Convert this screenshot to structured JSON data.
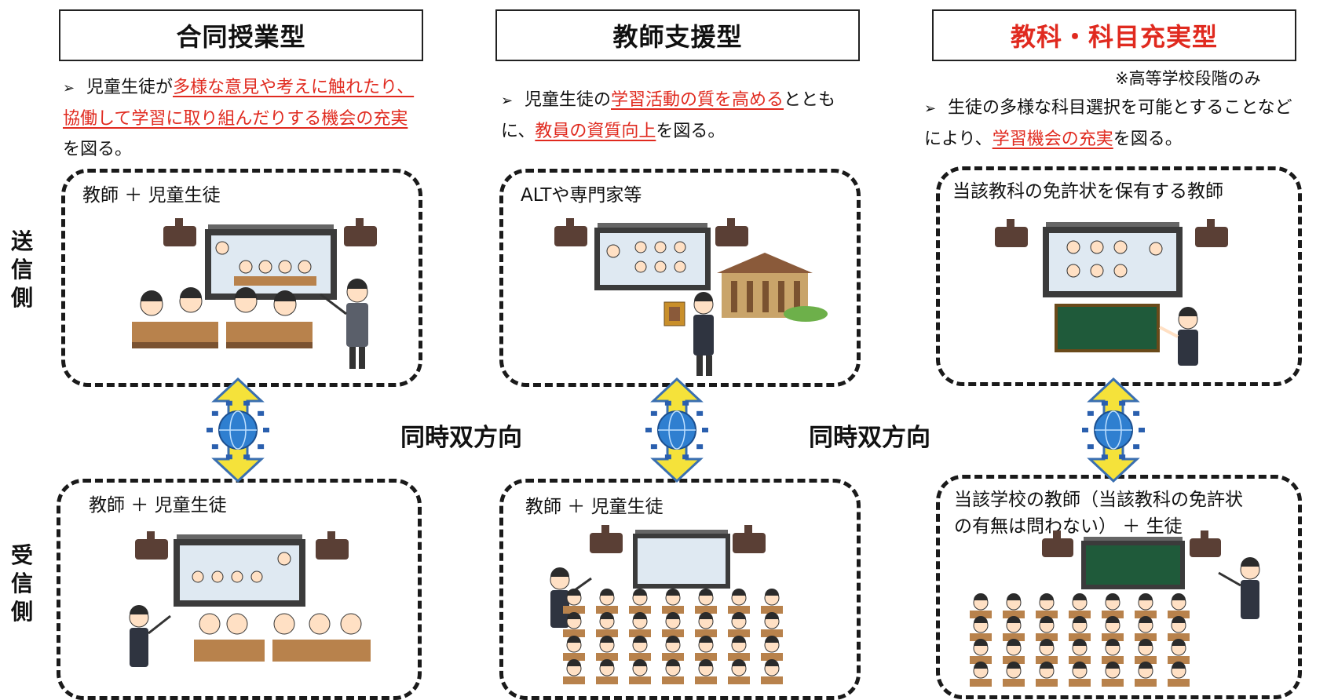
{
  "columns": [
    {
      "title": "合同授業型",
      "title_color": "#111111",
      "desc_parts": [
        {
          "text": "児童生徒が",
          "hl": false
        },
        {
          "text": "多様な意見や考えに触れたり、協働して学習に取り組んだりする機会の充実",
          "hl": true
        },
        {
          "text": "を図る。",
          "hl": false
        }
      ],
      "sender_label": "教師 ＋ 児童生徒",
      "receiver_label": "教師 ＋ 児童生徒"
    },
    {
      "title": "教師支援型",
      "title_color": "#111111",
      "desc_parts": [
        {
          "text": "児童生徒の",
          "hl": false
        },
        {
          "text": "学習活動の質を高める",
          "hl": true
        },
        {
          "text": "とともに、",
          "hl": false
        },
        {
          "text": "教員の資質向上",
          "hl": true
        },
        {
          "text": "を図る。",
          "hl": false
        }
      ],
      "sender_label": "ALTや専門家等",
      "receiver_label": "教師 ＋ 児童生徒"
    },
    {
      "title": "教科・科目充実型",
      "title_color": "#e02a1f",
      "note": "※高等学校段階のみ",
      "desc_parts": [
        {
          "text": "生徒の多様な科目選択を可能とすることなどにより、",
          "hl": false
        },
        {
          "text": "学習機会の充実",
          "hl": true
        },
        {
          "text": "を図る。",
          "hl": false
        }
      ],
      "sender_label": "当該教科の免許状を保有する教師",
      "receiver_label": "当該学校の教師（当該教科の免許状の有無は問わない） ＋ 生徒"
    }
  ],
  "side_labels": {
    "sender": "送信側",
    "receiver": "受信側"
  },
  "connection_label": "同時双方向",
  "colors": {
    "highlight": "#e02a1f",
    "arrow": "#f5e23a",
    "globe": "#2f7fd0"
  }
}
